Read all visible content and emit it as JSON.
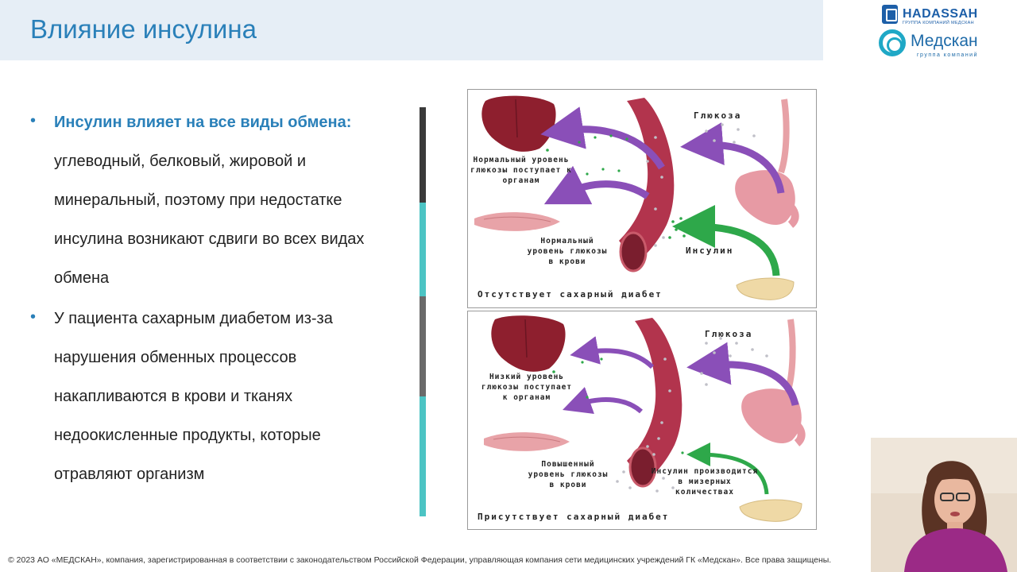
{
  "slide": {
    "title": "Влияние инсулина"
  },
  "logo": {
    "brand_top": "HADASSAH",
    "brand_top_sub": "ГРУППА КОМПАНИЙ МЕДСКАН",
    "brand_main": "Медскан",
    "brand_main_sub": "группа компаний"
  },
  "content": {
    "bullet1_bold": "Инсулин влияет на все виды обмена:",
    "bullet1_rest": "углеводный, белковый, жировой и минеральный, поэтому при недостатке инсулина возникают сдвиги во всех видах обмена",
    "bullet2": "У пациента сахарным диабетом из-за нарушения обменных процессов накапливаются в крови и тканях недоокисленные продукты, которые отравляют организм"
  },
  "diagram": {
    "top": {
      "glucose": "Глюкоза",
      "organs": "Нормальный уровень глюкозы поступает к органам",
      "blood": "Нормальный уровень глюкозы в крови",
      "insulin": "Инсулин",
      "caption": "Отсутствует сахарный диабет"
    },
    "bottom": {
      "glucose": "Глюкоза",
      "organs": "Низкий уровень глюкозы поступает к органам",
      "blood": "Повышенный уровень глюкозы в крови",
      "insulin": "Инсулин производится в мизерных количествах",
      "caption": "Присутствует сахарный диабет"
    }
  },
  "footer": {
    "text": "© 2023 АО «МЕДСКАН», компания, зарегистрированная в соответствии с законодательством Российской Федерации, управляющая компания сети медицинских учреждений ГК «Медскан». Все права защищены."
  },
  "colors": {
    "accent": "#2a80b9",
    "title_bar": "#e6eef6",
    "rail_dark": "#3a3a3a",
    "rail_teal": "#4cc4c4",
    "rail_gray": "#6a6a6a",
    "arrow_purple": "#8a4fb8",
    "arrow_green": "#2ea84a",
    "vessel": "#b2344d"
  }
}
